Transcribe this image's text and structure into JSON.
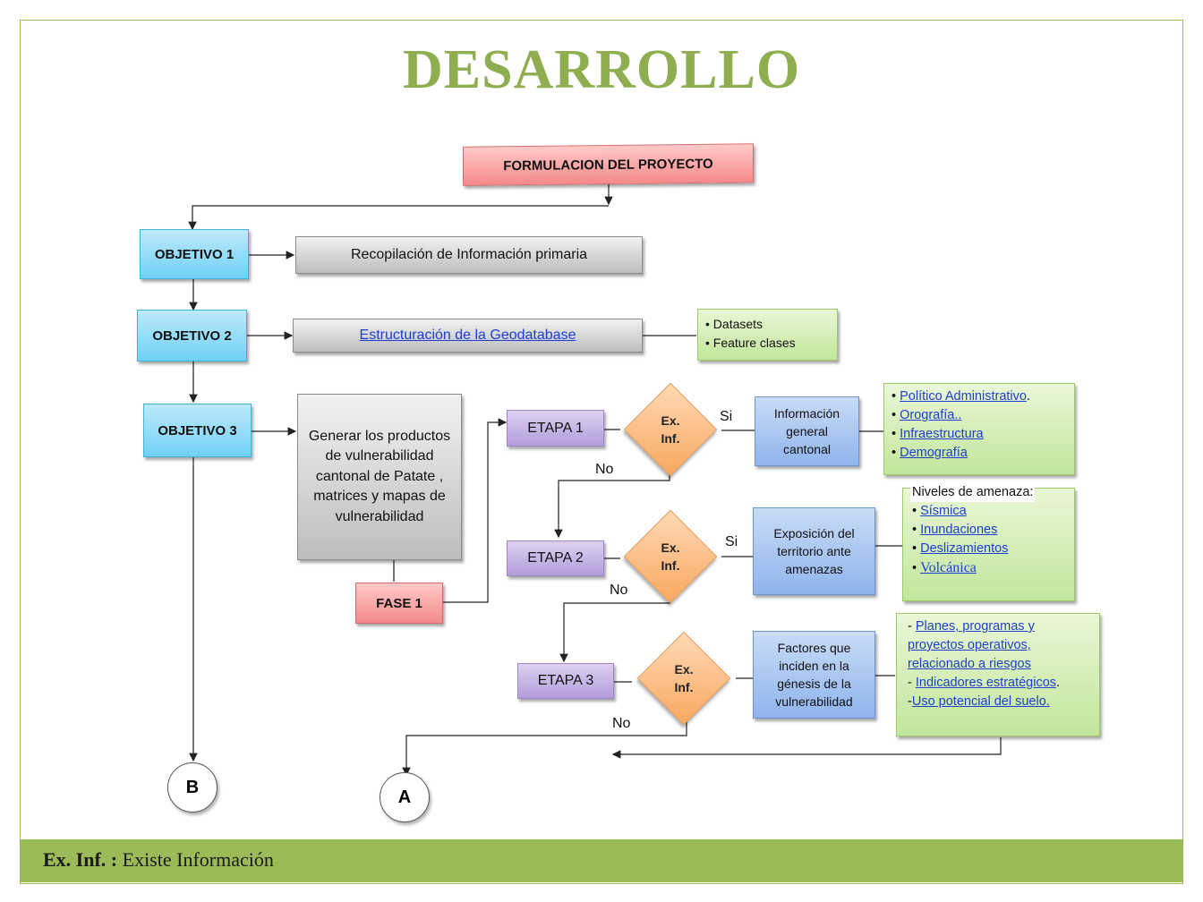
{
  "title": "DESARROLLO",
  "footer": {
    "abbr": "Ex. Inf. :",
    "meaning": "Existe Información"
  },
  "formulacion": "FORMULACION DEL PROYECTO",
  "objetivos": [
    {
      "label": "OBJETIVO 1"
    },
    {
      "label": "OBJETIVO 2"
    },
    {
      "label": "OBJETIVO 3"
    }
  ],
  "recopilacion": "Recopilación de Información primaria",
  "estructuracion": "Estructuración de la Geodatabase",
  "geodb_items": [
    "Datasets",
    "Feature clases"
  ],
  "generar": "Generar los productos de vulnerabilidad cantonal de Patate , matrices y mapas de vulnerabilidad",
  "fase": "FASE 1",
  "etapas": [
    "ETAPA 1",
    "ETAPA 2",
    "ETAPA 3"
  ],
  "decision": {
    "line1": "Ex.",
    "line2": "Inf."
  },
  "si": "Si",
  "no": "No",
  "info_boxes": [
    "Información general cantonal",
    "Exposición del territorio ante amenazas",
    "Factores que inciden en la génesis de la vulnerabilidad"
  ],
  "list1": [
    "Político Administrativo",
    "Orografía..",
    "Infraestructura",
    "Demografía"
  ],
  "list1_suffix": ".",
  "list2_header": "Niveles de amenaza:",
  "list2": [
    "Sísmica",
    "Inundaciones",
    "Deslizamientos",
    "Volcánica"
  ],
  "list3": [
    {
      "prefix": "- ",
      "text": "Planes, programas y proyectos operativos, relacionado a riesgos",
      "suffix": ""
    },
    {
      "prefix": "- ",
      "text": "Indicadores estratégicos",
      "suffix": "."
    },
    {
      "prefix": "-",
      "text": "Uso potencial del suelo.",
      "suffix": ""
    }
  ],
  "connectors": {
    "b": "B",
    "a": "A"
  },
  "colors": {
    "accent_green": "#9bbb59",
    "title_green": "#8fae4f",
    "link": "#1f3fd1"
  }
}
